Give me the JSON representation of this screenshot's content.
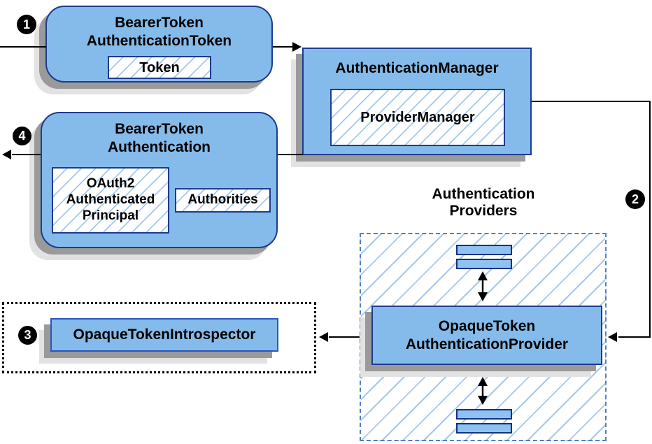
{
  "nodes": {
    "bearer_token_authentication_token": {
      "title": "BearerToken\nAuthenticationToken",
      "token_label": "Token"
    },
    "authentication_manager": {
      "title": "AuthenticationManager",
      "provider_manager_label": "ProviderManager"
    },
    "bearer_token_authentication": {
      "title": "BearerToken\nAuthentication",
      "principal_label": "OAuth2\nAuthenticated\nPrincipal",
      "authorities_label": "Authorities"
    },
    "authentication_providers": {
      "label": "Authentication\nProviders"
    },
    "opaque_token_authentication_provider": {
      "title": "OpaqueToken\nAuthenticationProvider"
    },
    "opaque_token_introspector": {
      "title": "OpaqueTokenIntrospector"
    }
  },
  "steps": {
    "s1": "1",
    "s2": "2",
    "s3": "3",
    "s4": "4"
  },
  "colors": {
    "node_fill": "#85bbea",
    "node_border": "#1b3b8f",
    "bar_fill": "#8fc2f2",
    "hatch_line": "#a6c8ec",
    "providers_dashed_border": "#4f81bd",
    "introspector_border": "#2a55c0",
    "shadow_dark": "#9a9a9a",
    "shadow_light": "#e2e2e2",
    "arrow": "#000000"
  }
}
